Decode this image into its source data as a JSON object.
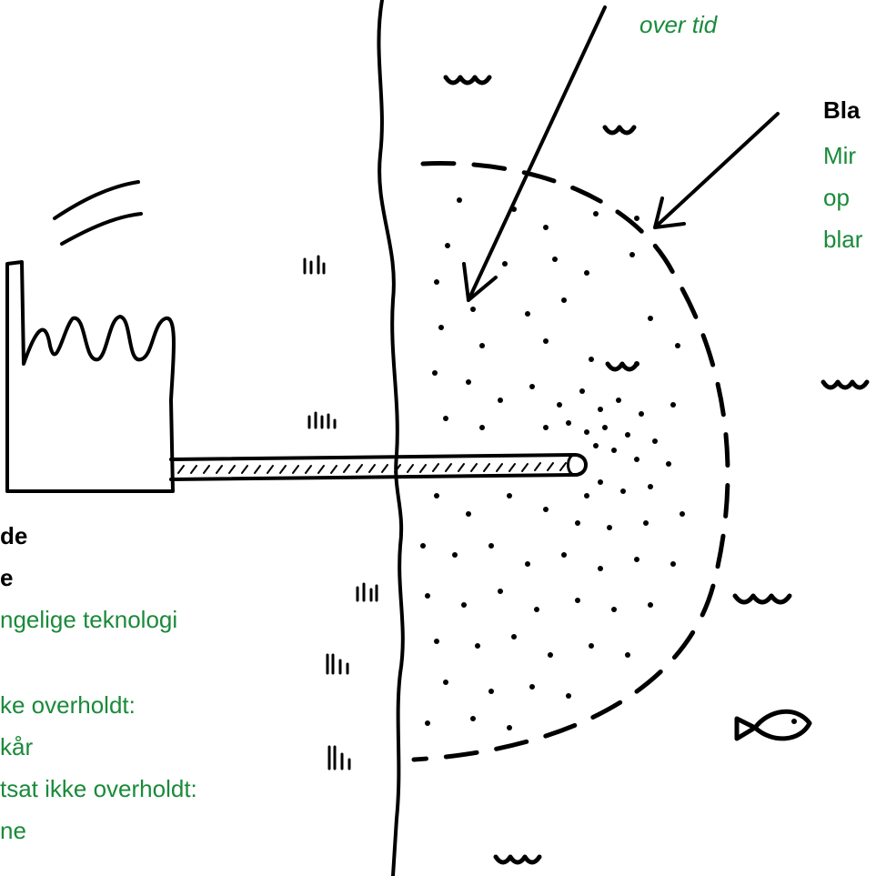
{
  "colors": {
    "ink": "#000000",
    "annotation_green": "#1a8a3a",
    "background": "#ffffff"
  },
  "labels": {
    "top_caption": "over tid",
    "right_heading": "Bla",
    "right_lines": [
      "Mir",
      "op",
      "blar"
    ],
    "left_heading_lines": [
      "de",
      "e"
    ],
    "left_lines": [
      "ngelige teknologi",
      "",
      "ke overholdt:",
      "kår",
      "tsat ikke overholdt:",
      "ne"
    ]
  },
  "icons": {
    "factory": "factory-icon",
    "pipe": "outlet-pipe",
    "fish": "fish-icon",
    "waves": "wave-icon",
    "grass": "grass-tuft-icon"
  }
}
